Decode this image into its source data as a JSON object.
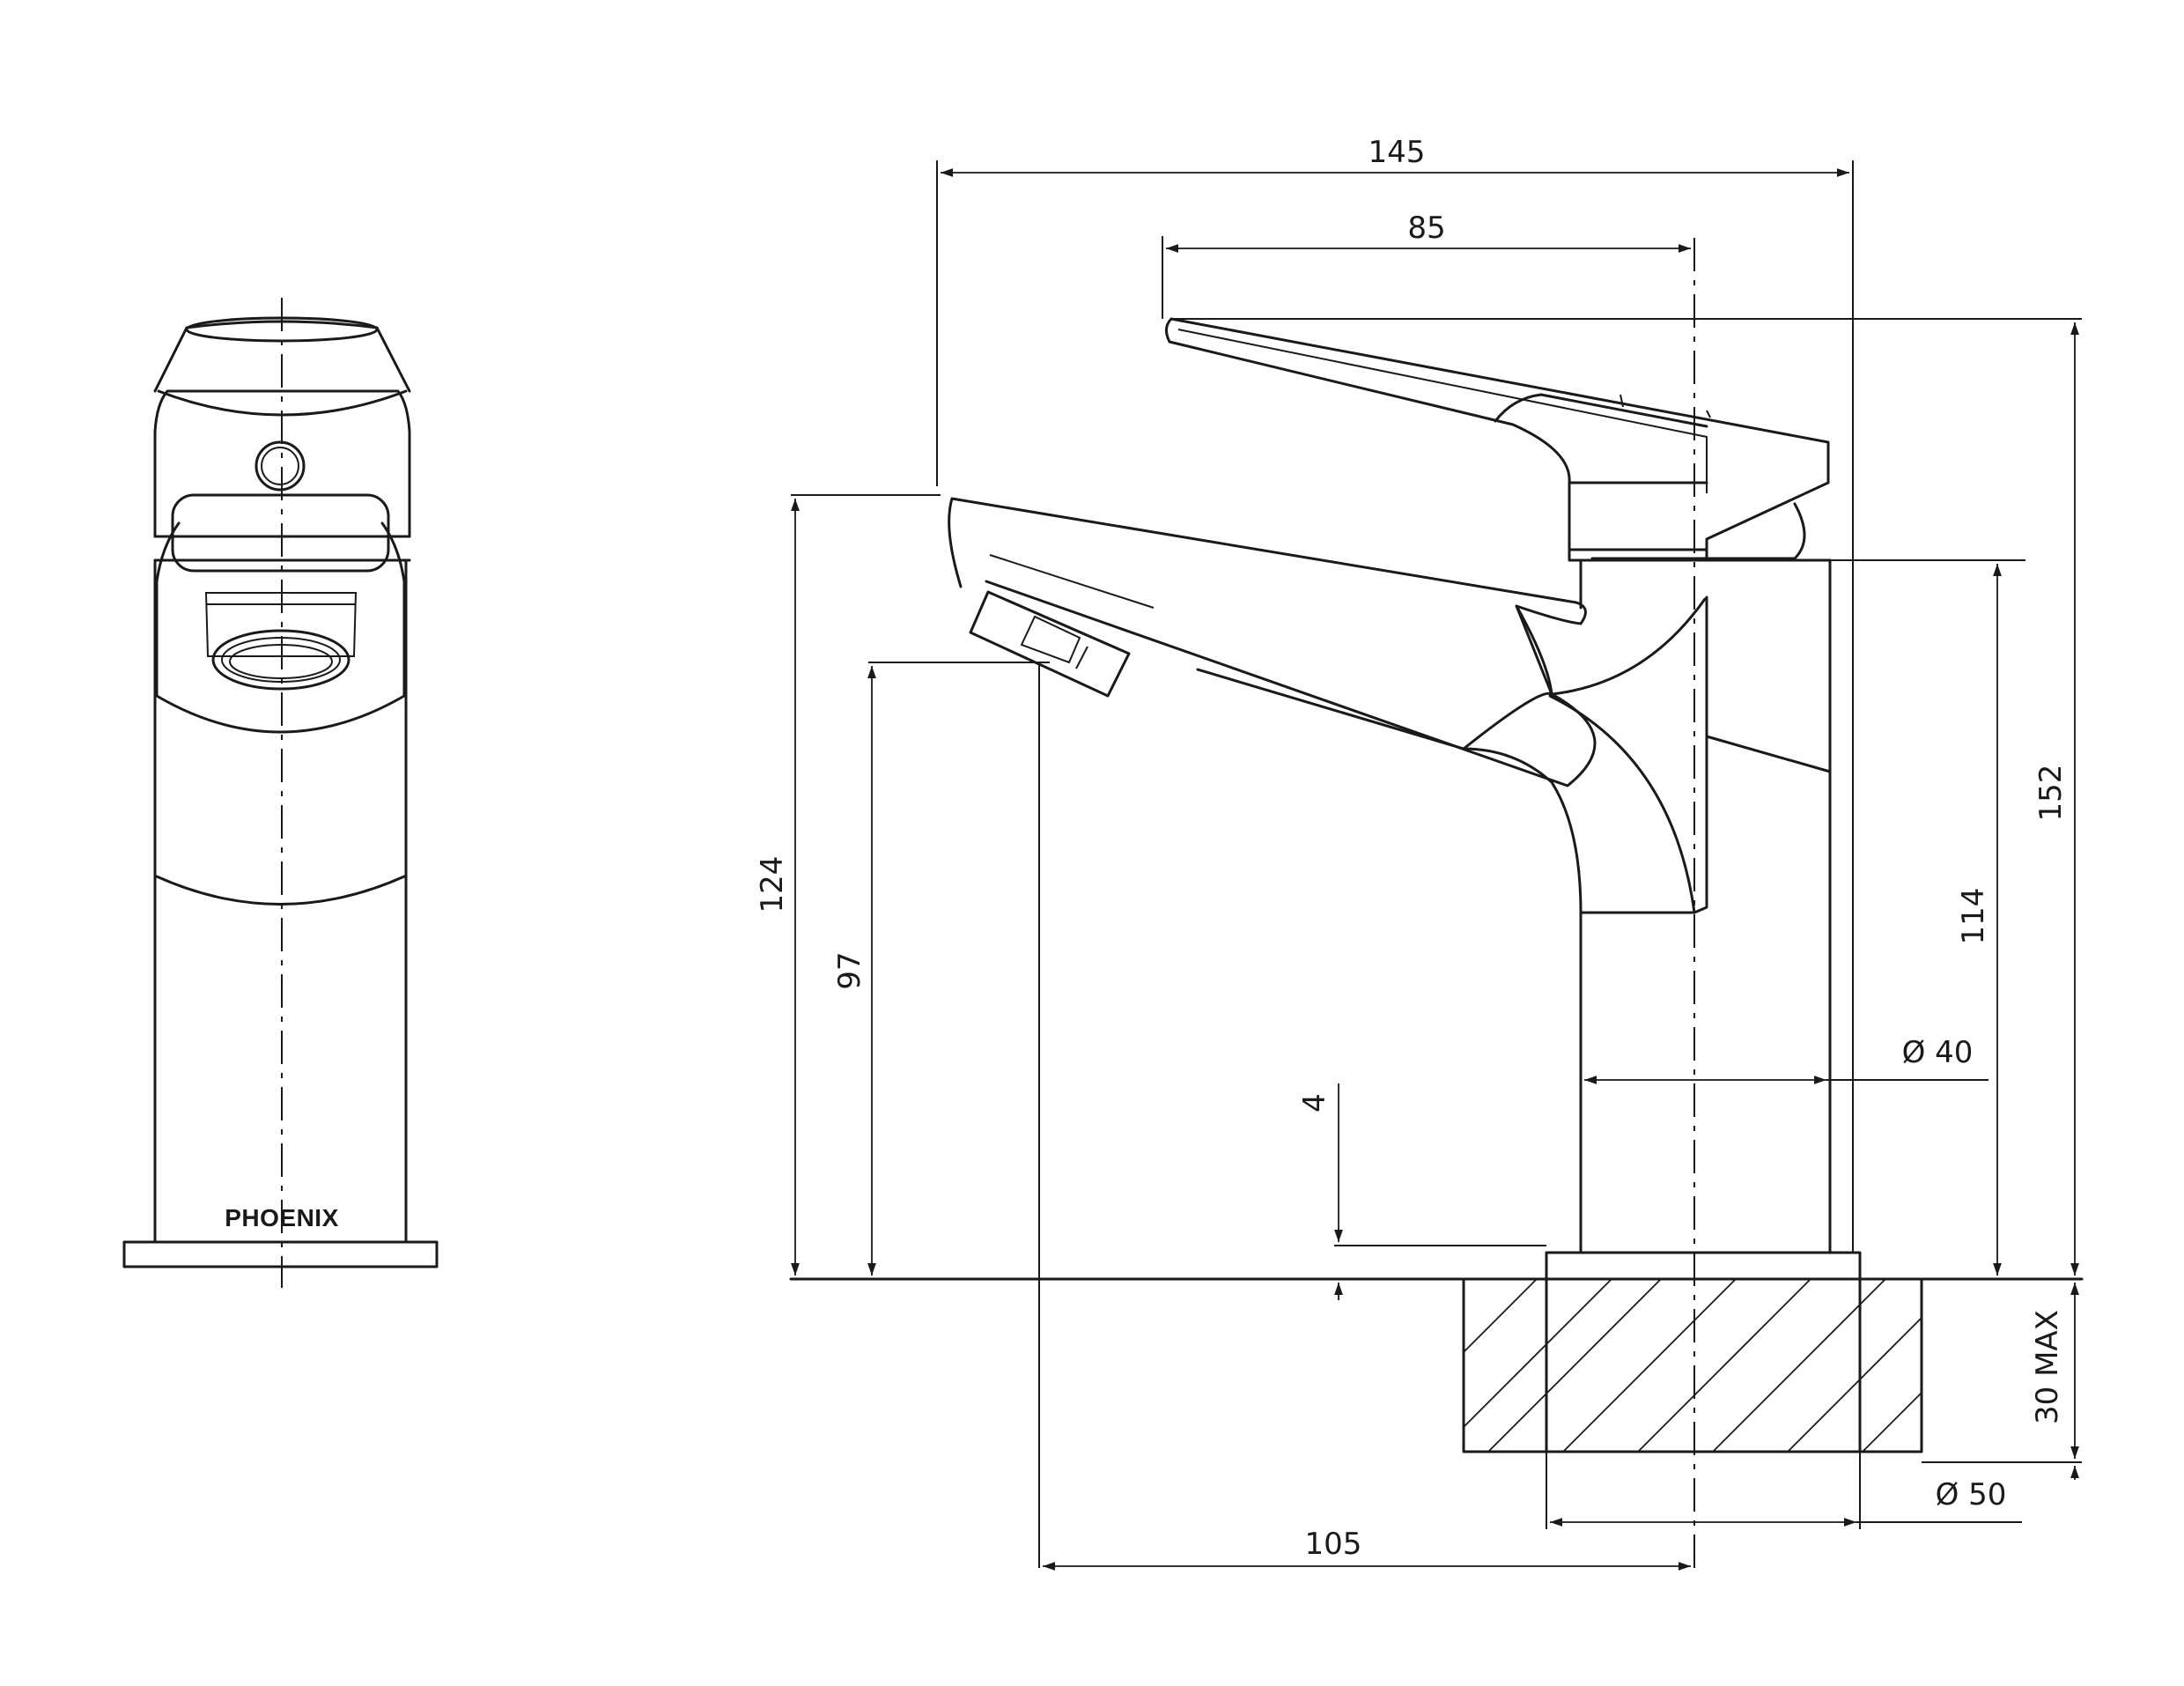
{
  "brand": {
    "logo_text": "PHOENIX"
  },
  "dimensions": {
    "overall_depth": "145",
    "lever_reach": "85",
    "outlet_to_centre": "105",
    "overall_height": "152",
    "outlet_height": "124",
    "aerator_height": "97",
    "body_height": "114",
    "base_plate": "4",
    "body_diameter": "Ø 40",
    "base_diameter": "Ø 50",
    "max_bench_thickness": "30 MAX"
  },
  "colors": {
    "line": "#1a1a1a",
    "background": "#ffffff"
  }
}
